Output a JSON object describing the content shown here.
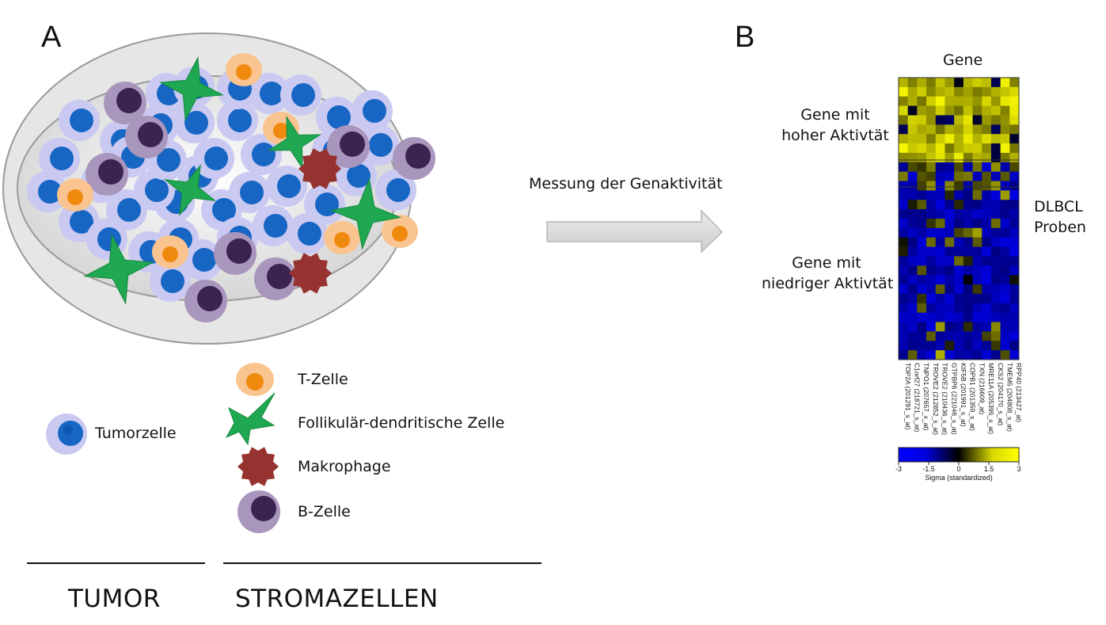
{
  "panel_a": {
    "letter": "A",
    "legend": [
      {
        "name": "T-Zelle",
        "label": "T-Zelle",
        "icon": "t-cell"
      },
      {
        "name": "follikular-dendritische-zelle",
        "label": "Follikulär-dendritische Zelle",
        "icon": "fdc"
      },
      {
        "name": "makrophage",
        "label": "Makrophage",
        "icon": "macrophage"
      },
      {
        "name": "b-zelle",
        "label": "B-Zelle",
        "icon": "b-cell"
      }
    ],
    "tumor_legend": {
      "label": "Tumorzelle",
      "icon": "tumor-cell"
    },
    "bottom": {
      "tumor": "TUMOR",
      "stroma": "STROMAZELLEN"
    }
  },
  "arrow": {
    "label": "Messung der Genaktivität"
  },
  "panel_b": {
    "letter": "B",
    "top_label": "Gene",
    "high_label": [
      "Gene mit",
      "hoher Aktivtät"
    ],
    "low_label": [
      "Gene mit",
      "niedriger Aktivtät"
    ],
    "right_label": [
      "DLBCL",
      "Proben"
    ],
    "gene_labels": [
      "TOP2A (201291_s_at)",
      "C1orf27 (218721_s_at)",
      "TNPO1 (207657_x_at)",
      "TROVE2 (212852_s_at)",
      "TROVE2 (210436_s_at)",
      "GTPBP6 (221046_s_at)",
      "KIF5B (201991_s_at)",
      "COPB1 (201359_s_at)",
      "TXN (216609_at)",
      "MRE11A (205395_s_at)",
      "CKS2 (204170_s_at)",
      "TMEM5 (204808_s_at)",
      "RPP40 (213427_at)"
    ],
    "colorbar": {
      "ticks": [
        "-3",
        "-1.5",
        "0",
        "1.5",
        "3"
      ],
      "title": "Sigma (standardized)",
      "colors": {
        "low": "#0000ff",
        "mid": "#000000",
        "high": "#ffff00"
      }
    }
  },
  "colors": {
    "tumor_outer": "#c9c9f2",
    "tumor_inner": "#1766c4",
    "t_outer": "#f9c48f",
    "t_inner": "#f08a0e",
    "b_outer": "#a996bd",
    "b_inner": "#3b2550",
    "fdc": "#1fa851",
    "macrophage": "#963330",
    "dish_outer": "#e4e4e4",
    "dish_inner": "#d6d6d6"
  }
}
